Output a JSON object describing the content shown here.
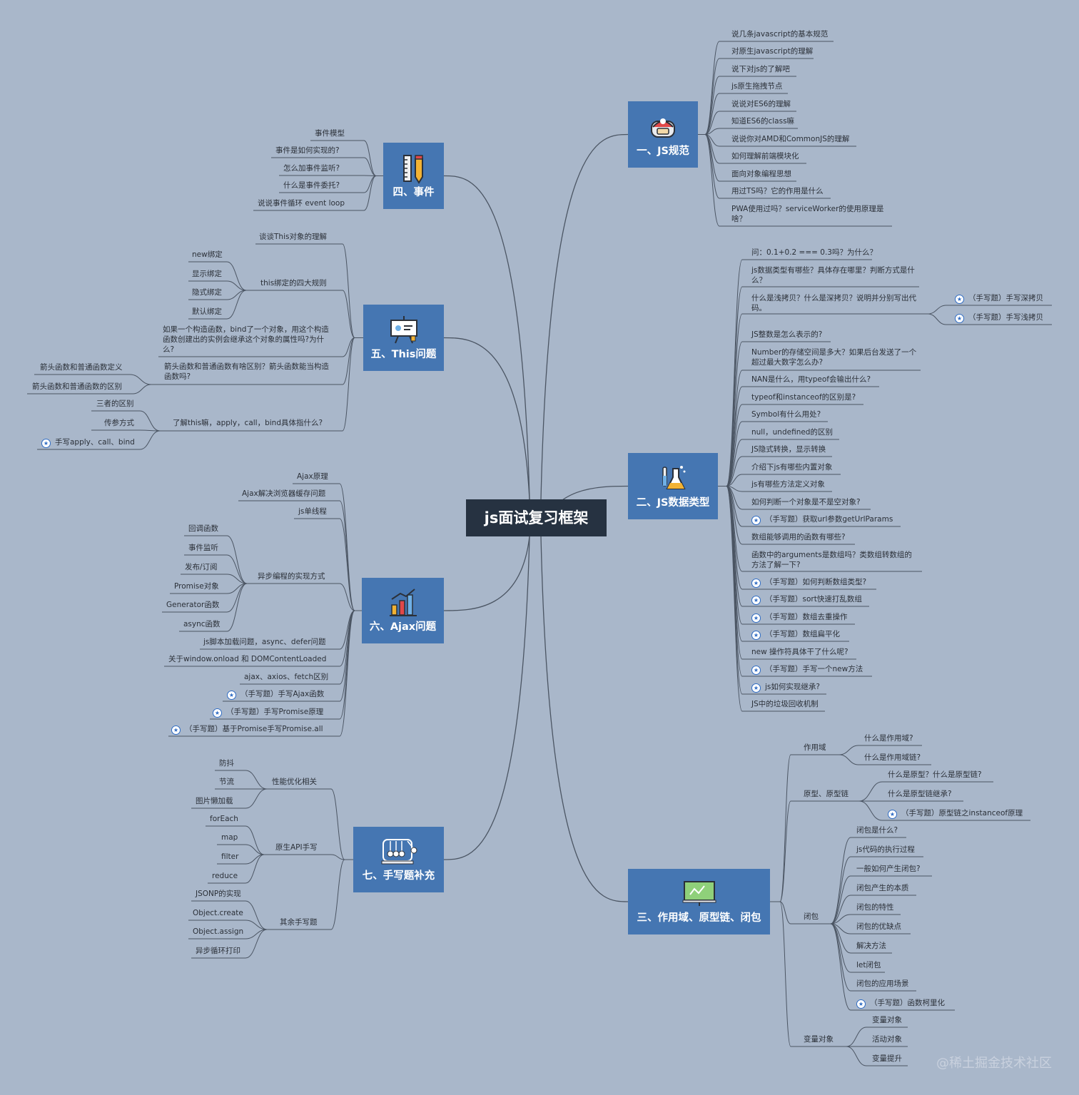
{
  "central": "js面试复习框架",
  "watermark": "@稀土掘金技术社区",
  "branches": [
    {
      "id": "b1",
      "label": "一、JS规范",
      "icon": "red-helmet-icon",
      "items": [
        {
          "text": "说几条javascript的基本规范"
        },
        {
          "text": "对原生javascript的理解"
        },
        {
          "text": "说下对js的了解吧"
        },
        {
          "text": "js原生拖拽节点"
        },
        {
          "text": "说说对ES6的理解"
        },
        {
          "text": "知道ES6的class嘛"
        },
        {
          "text": "说说你对AMD和CommonJS的理解"
        },
        {
          "text": "如何理解前端模块化"
        },
        {
          "text": "面向对象编程思想"
        },
        {
          "text": "用过TS吗？它的作用是什么"
        },
        {
          "text": "PWA使用过吗？serviceWorker的使用原理是啥？"
        }
      ]
    },
    {
      "id": "b2",
      "label": "二、JS数据类型",
      "icon": "chemistry-flask-icon",
      "items": [
        {
          "text": "问：0.1+0.2 === 0.3吗？为什么？"
        },
        {
          "text": "js数据类型有哪些？具体存在哪里？判断方式是什么？"
        },
        {
          "text": "什么是浅拷贝？什么是深拷贝？说明并分别写出代码。",
          "children": [
            {
              "text": "（手写题）手写深拷贝",
              "star": true
            },
            {
              "text": "（手写题）手写浅拷贝",
              "star": true
            }
          ]
        },
        {
          "text": "JS整数是怎么表示的?"
        },
        {
          "text": "Number的存储空间是多大？如果后台发送了一个超过最大数字怎么办?"
        },
        {
          "text": "NAN是什么，用typeof会输出什么?"
        },
        {
          "text": "typeof和instanceof的区别是?"
        },
        {
          "text": "Symbol有什么用处?"
        },
        {
          "text": "null，undefined的区别"
        },
        {
          "text": "JS隐式转换，显示转换"
        },
        {
          "text": "介绍下js有哪些内置对象"
        },
        {
          "text": "js有哪些方法定义对象"
        },
        {
          "text": "如何判断一个对象是不是空对象?"
        },
        {
          "text": "（手写题）获取url参数getUrlParams",
          "star": true
        },
        {
          "text": "数组能够调用的函数有哪些?"
        },
        {
          "text": "函数中的arguments是数组吗？类数组转数组的方法了解一下?"
        },
        {
          "text": "（手写题）如何判断数组类型?",
          "star": true
        },
        {
          "text": "（手写题）sort快速打乱数组",
          "star": true
        },
        {
          "text": "（手写题）数组去重操作",
          "star": true
        },
        {
          "text": "（手写题）数组扁平化",
          "star": true
        },
        {
          "text": "new 操作符具体干了什么呢?"
        },
        {
          "text": "（手写题）手写一个new方法",
          "star": true
        },
        {
          "text": "js如何实现继承?",
          "star": true
        },
        {
          "text": "JS中的垃圾回收机制"
        }
      ]
    },
    {
      "id": "b3",
      "label": "三、作用域、原型链、闭包",
      "icon": "presentation-board-icon",
      "items": [
        {
          "text": "作用域",
          "children": [
            {
              "text": "什么是作用域?"
            },
            {
              "text": "什么是作用域链?"
            }
          ]
        },
        {
          "text": "原型、原型链",
          "children": [
            {
              "text": "什么是原型？什么是原型链?"
            },
            {
              "text": "什么是原型链继承?"
            },
            {
              "text": "（手写题）原型链之instanceof原理",
              "star": true
            }
          ]
        },
        {
          "text": "闭包",
          "children": [
            {
              "text": "闭包是什么?"
            },
            {
              "text": "js代码的执行过程"
            },
            {
              "text": "一般如何产生闭包?"
            },
            {
              "text": "闭包产生的本质"
            },
            {
              "text": "闭包的特性"
            },
            {
              "text": "闭包的优缺点"
            },
            {
              "text": "解决方法"
            },
            {
              "text": "let闭包"
            },
            {
              "text": "闭包的应用场景"
            },
            {
              "text": "（手写题）函数柯里化",
              "star": true
            }
          ]
        },
        {
          "text": "变量对象",
          "children": [
            {
              "text": "变量对象"
            },
            {
              "text": "活动对象"
            },
            {
              "text": "变量提升"
            }
          ]
        }
      ]
    },
    {
      "id": "b4",
      "label": "四、事件",
      "icon": "ruler-pencil-icon",
      "items": [
        {
          "text": "事件模型"
        },
        {
          "text": "事件是如何实现的?"
        },
        {
          "text": "怎么加事件监听?"
        },
        {
          "text": "什么是事件委托?"
        },
        {
          "text": "说说事件循环 event loop"
        }
      ]
    },
    {
      "id": "b5",
      "label": "五、This问题",
      "icon": "projector-screen-icon",
      "items": [
        {
          "text": "谈谈This对象的理解"
        },
        {
          "text": "this绑定的四大规则",
          "children": [
            {
              "text": "new绑定"
            },
            {
              "text": "显示绑定"
            },
            {
              "text": "隐式绑定"
            },
            {
              "text": "默认绑定"
            }
          ]
        },
        {
          "text": "如果一个构造函数，bind了一个对象，用这个构造函数创建出的实例会继承这个对象的属性吗?为什么?"
        },
        {
          "text": "箭头函数和普通函数有啥区别？箭头函数能当构造函数吗?",
          "children": [
            {
              "text": "箭头函数和普通函数定义"
            },
            {
              "text": "箭头函数和普通函数的区别"
            }
          ]
        },
        {
          "text": "了解this嘛，apply，call，bind具体指什么?",
          "children": [
            {
              "text": "三者的区别"
            },
            {
              "text": "传参方式"
            },
            {
              "text": "手写apply、call、bind",
              "star": true
            }
          ]
        }
      ]
    },
    {
      "id": "b6",
      "label": "六、Ajax问题",
      "icon": "bar-chart-icon",
      "items": [
        {
          "text": "Ajax原理"
        },
        {
          "text": "Ajax解决浏览器缓存问题"
        },
        {
          "text": "js单线程"
        },
        {
          "text": "异步编程的实现方式",
          "children": [
            {
              "text": "回调函数"
            },
            {
              "text": "事件监听"
            },
            {
              "text": "发布/订阅"
            },
            {
              "text": "Promise对象"
            },
            {
              "text": "Generator函数"
            },
            {
              "text": "async函数"
            }
          ]
        },
        {
          "text": "js脚本加载问题，async、defer问题"
        },
        {
          "text": "关于window.onload 和 DOMContentLoaded"
        },
        {
          "text": "ajax、axios、fetch区别"
        },
        {
          "text": "（手写题）手写Ajax函数",
          "star": true
        },
        {
          "text": "（手写题）手写Promise原理",
          "star": true
        },
        {
          "text": "（手写题）基于Promise手写Promise.all",
          "star": true
        }
      ]
    },
    {
      "id": "b7",
      "label": "七、手写题补充",
      "icon": "newton-cradle-icon",
      "items": [
        {
          "text": "性能优化相关",
          "children": [
            {
              "text": "防抖"
            },
            {
              "text": "节流"
            },
            {
              "text": "图片懒加载"
            }
          ]
        },
        {
          "text": "原生API手写",
          "children": [
            {
              "text": "forEach"
            },
            {
              "text": "map"
            },
            {
              "text": "filter"
            },
            {
              "text": "reduce"
            }
          ]
        },
        {
          "text": "其余手写题",
          "children": [
            {
              "text": "JSONP的实现"
            },
            {
              "text": "Object.create"
            },
            {
              "text": "Object.assign"
            },
            {
              "text": "异步循环打印"
            }
          ]
        }
      ]
    }
  ]
}
